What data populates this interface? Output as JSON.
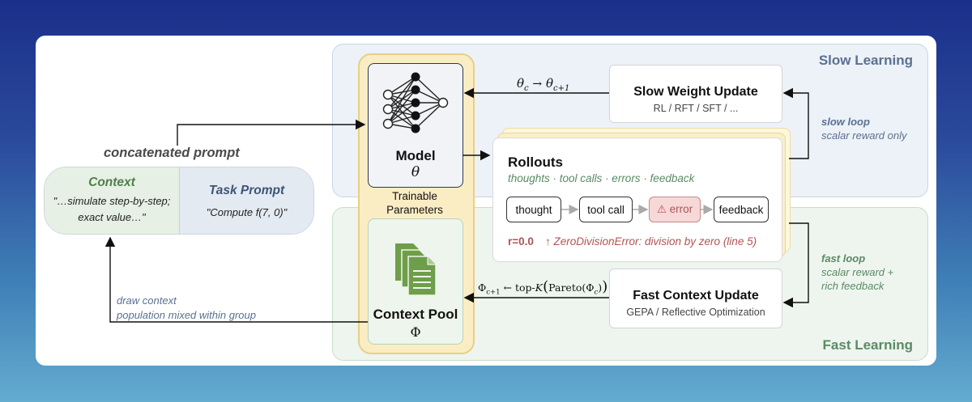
{
  "regions": {
    "slow_title": "Slow Learning",
    "fast_title": "Fast Learning"
  },
  "model": {
    "label": "Model",
    "symbol": "θ",
    "icon": "neural-network-icon"
  },
  "trainable": {
    "line1": "Trainable",
    "line2": "Parameters"
  },
  "context_pool": {
    "label": "Context Pool",
    "symbol": "Φ",
    "icon": "documents-icon"
  },
  "prompt": {
    "heading": "concatenated prompt",
    "context_title": "Context",
    "context_line1": "\"…simulate step-by-step;",
    "context_line2": "exact value…\"",
    "task_title": "Task Prompt",
    "task_body": "\"Compute f(7, 0)\""
  },
  "rollouts": {
    "title": "Rollouts",
    "subtitle": "thoughts · tool calls · errors · feedback",
    "steps": [
      "thought",
      "tool call",
      "⚠ error",
      "feedback"
    ],
    "reward": "r=0.0",
    "error": "↑ ZeroDivisionError: division by zero (line 5)"
  },
  "slow_update": {
    "title": "Slow Weight Update",
    "subtitle": "RL / RFT / SFT / ...",
    "math_lhs": "θ",
    "math_lhs_sub": "c",
    "math_arrow": "→",
    "math_rhs": "θ",
    "math_rhs_sub": "c+1"
  },
  "fast_update": {
    "title": "Fast Context Update",
    "subtitle": "GEPA / Reflective Optimization",
    "math_lhs": "Φ",
    "math_lhs_sub": "c+1",
    "math_arrow": "←",
    "math_op": "top-",
    "math_k": "K",
    "math_pareto": "Pareto",
    "math_phi": "Φ",
    "math_phi_sub": "c"
  },
  "loops": {
    "slow_title": "slow loop",
    "slow_desc": "scalar reward only",
    "fast_title": "fast loop",
    "fast_desc1": "scalar reward +",
    "fast_desc2": "rich feedback"
  },
  "draw": {
    "line1": "draw context",
    "line2": "population mixed within group"
  },
  "colors": {
    "slow_text": "#5a7092",
    "fast_text": "#5b8a63",
    "error_red": "#b05454",
    "trainable_fill": "#faedc4",
    "trainable_border": "#e9cf83"
  }
}
